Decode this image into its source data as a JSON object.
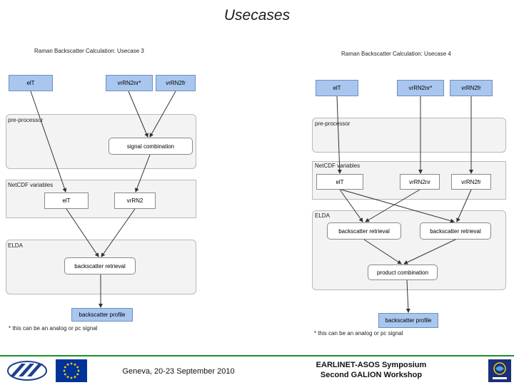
{
  "slide_title": "Usecases",
  "left_diagram": {
    "title": "Raman Backscatter Calculation: Usecase 3",
    "inputs": [
      "elT",
      "vrRN2nr*",
      "vrRN2fr"
    ],
    "groups": [
      "pre-processor",
      "NetCDF variables",
      "ELDA"
    ],
    "signal_combination": "signal combination",
    "netcdf_vars": [
      "elT",
      "vrRN2"
    ],
    "backscatter_retrieval": "backscatter retrieval",
    "output": "backscatter profile",
    "note": "* this can be an analog or pc signal"
  },
  "right_diagram": {
    "title": "Raman Backscatter Calculation: Usecase 4",
    "inputs": [
      "elT",
      "vrRN2nr*",
      "vrRN2fr"
    ],
    "groups": [
      "pre-processor",
      "NetCDF variables",
      "ELDA"
    ],
    "netcdf_vars": [
      "elT",
      "vrRN2nr",
      "vrRN2fr"
    ],
    "retrievals": [
      "backscatter retrieval",
      "backscatter retrieval"
    ],
    "product_combination": "product combination",
    "output": "backscatter profile",
    "note": "* this can be an analog or pc signal"
  },
  "footer": {
    "location_date": "Geneva, 20-23 September 2010",
    "event_line1": "EARLINET-ASOS Symposium",
    "event_line2": "Second GALION Workshop"
  },
  "colors": {
    "input_box": "#a9c6ef",
    "footer_line": "#1d8f2a",
    "eu_flag": "#003399"
  }
}
